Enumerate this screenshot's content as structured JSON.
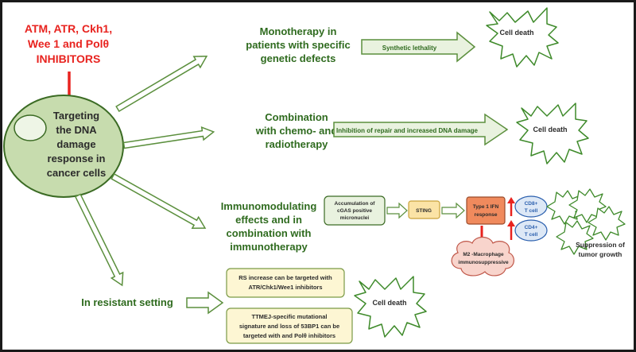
{
  "inhibitors": {
    "line1": "ATM, ATR, Ckh1,",
    "line2": "Wee 1 and Polθ",
    "line3": "INHIBITORS"
  },
  "cell": {
    "line1": "Targeting",
    "line2": "the DNA",
    "line3": "damage",
    "line4": "response in",
    "line5": "cancer cells"
  },
  "branches": {
    "mono": {
      "line1": "Monotherapy in",
      "line2": "patients with specific",
      "line3": "genetic defects",
      "arrow_label": "Synthetic lethality",
      "outcome": "Cell death"
    },
    "combo": {
      "line1": "Combination",
      "line2": "with chemo- and",
      "line3": "radiotherapy",
      "arrow_label": "Inhibition of repair and  increased DNA damage",
      "outcome": "Cell death"
    },
    "immuno": {
      "line1": "Immunomodulating",
      "line2": "effects and in",
      "line3": "combination with",
      "line4": "immunotherapy",
      "box_accum_1": "Accumulation of",
      "box_accum_2": "cGAS positive",
      "box_accum_3": "micronuclei",
      "box_sting": "STING",
      "box_ifn_1": "Type 1 IFN",
      "box_ifn_2": "response",
      "cd8_1": "CD8+",
      "cd8_2": "T cell",
      "cd4_1": "CD4+",
      "cd4_2": "T cell",
      "macro_1": "M2 -Macrophage",
      "macro_2": "immunosuppressive",
      "outcome_1": "Suppression of",
      "outcome_2": "tumor growth"
    },
    "resistant": {
      "label": "In resistant setting",
      "box1_line1": "RS increase can be targeted with",
      "box1_line2": "ATR/Chk1/Wee1 inhibitors",
      "box2_line1": "TTMEJ-specific mutational",
      "box2_line2": "signature and  loss of 53BP1 can be",
      "box2_line3": "targeted with and Polθ  inhibitors",
      "outcome": "Cell death"
    }
  },
  "colors": {
    "frame": "#1a1a1a",
    "cell_fill": "#c7dcae",
    "cell_stroke": "#3b6b24",
    "arrow_fill": "#ffffff",
    "arrow_stroke": "#5b8f3d",
    "text_green": "#2f6b1f",
    "text_red": "#e8231f",
    "box_green_fill": "#e9f2df",
    "sting_fill": "#fbe3a6",
    "ifn_fill": "#f08a5d",
    "tcell_fill": "#dde8f6",
    "tcell_stroke": "#2a5fae",
    "macro_fill": "#f8d4cc",
    "macro_stroke": "#c0584a",
    "yellow_box_fill": "#fdf6d3",
    "yellow_box_stroke": "#7a9a45"
  }
}
